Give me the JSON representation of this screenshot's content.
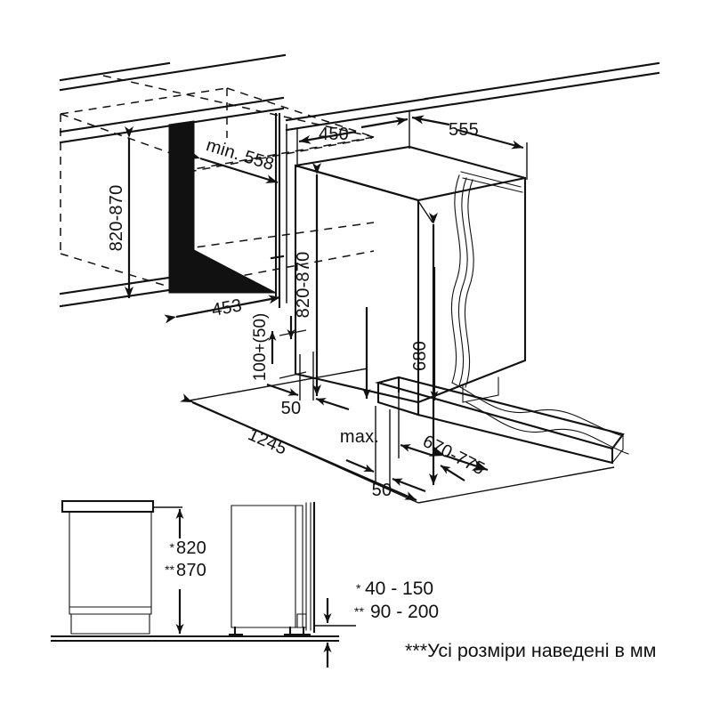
{
  "drawing": {
    "title": "Built-in dishwasher installation dimension drawing",
    "units_note": "***Усі розміри наведені в мм"
  },
  "dimensions": {
    "niche_height_left": "820-870",
    "niche_depth_min": "min. 558",
    "niche_width": "453",
    "appliance_width_top": "450",
    "appliance_depth_top": "555",
    "appliance_height": "820-870",
    "door_panel_height": "680",
    "service_offset": "100+(50)",
    "clearance_rear_left": "50",
    "clearance_front": "50",
    "floor_span": "1245",
    "max_label": "max.",
    "hose_reach": "670-775"
  },
  "lower_views": {
    "cabinet_height_star": "820",
    "cabinet_height_doublestar": "870",
    "plinth_star": "40 - 150",
    "plinth_doublestar": "90 - 200",
    "star_symbol": "*",
    "doublestar_symbol": "**"
  },
  "footnote": {
    "text": "***Усі розміри наведені в мм"
  },
  "colors": {
    "line": "#111111",
    "fill": "#111111",
    "background": "#ffffff"
  }
}
